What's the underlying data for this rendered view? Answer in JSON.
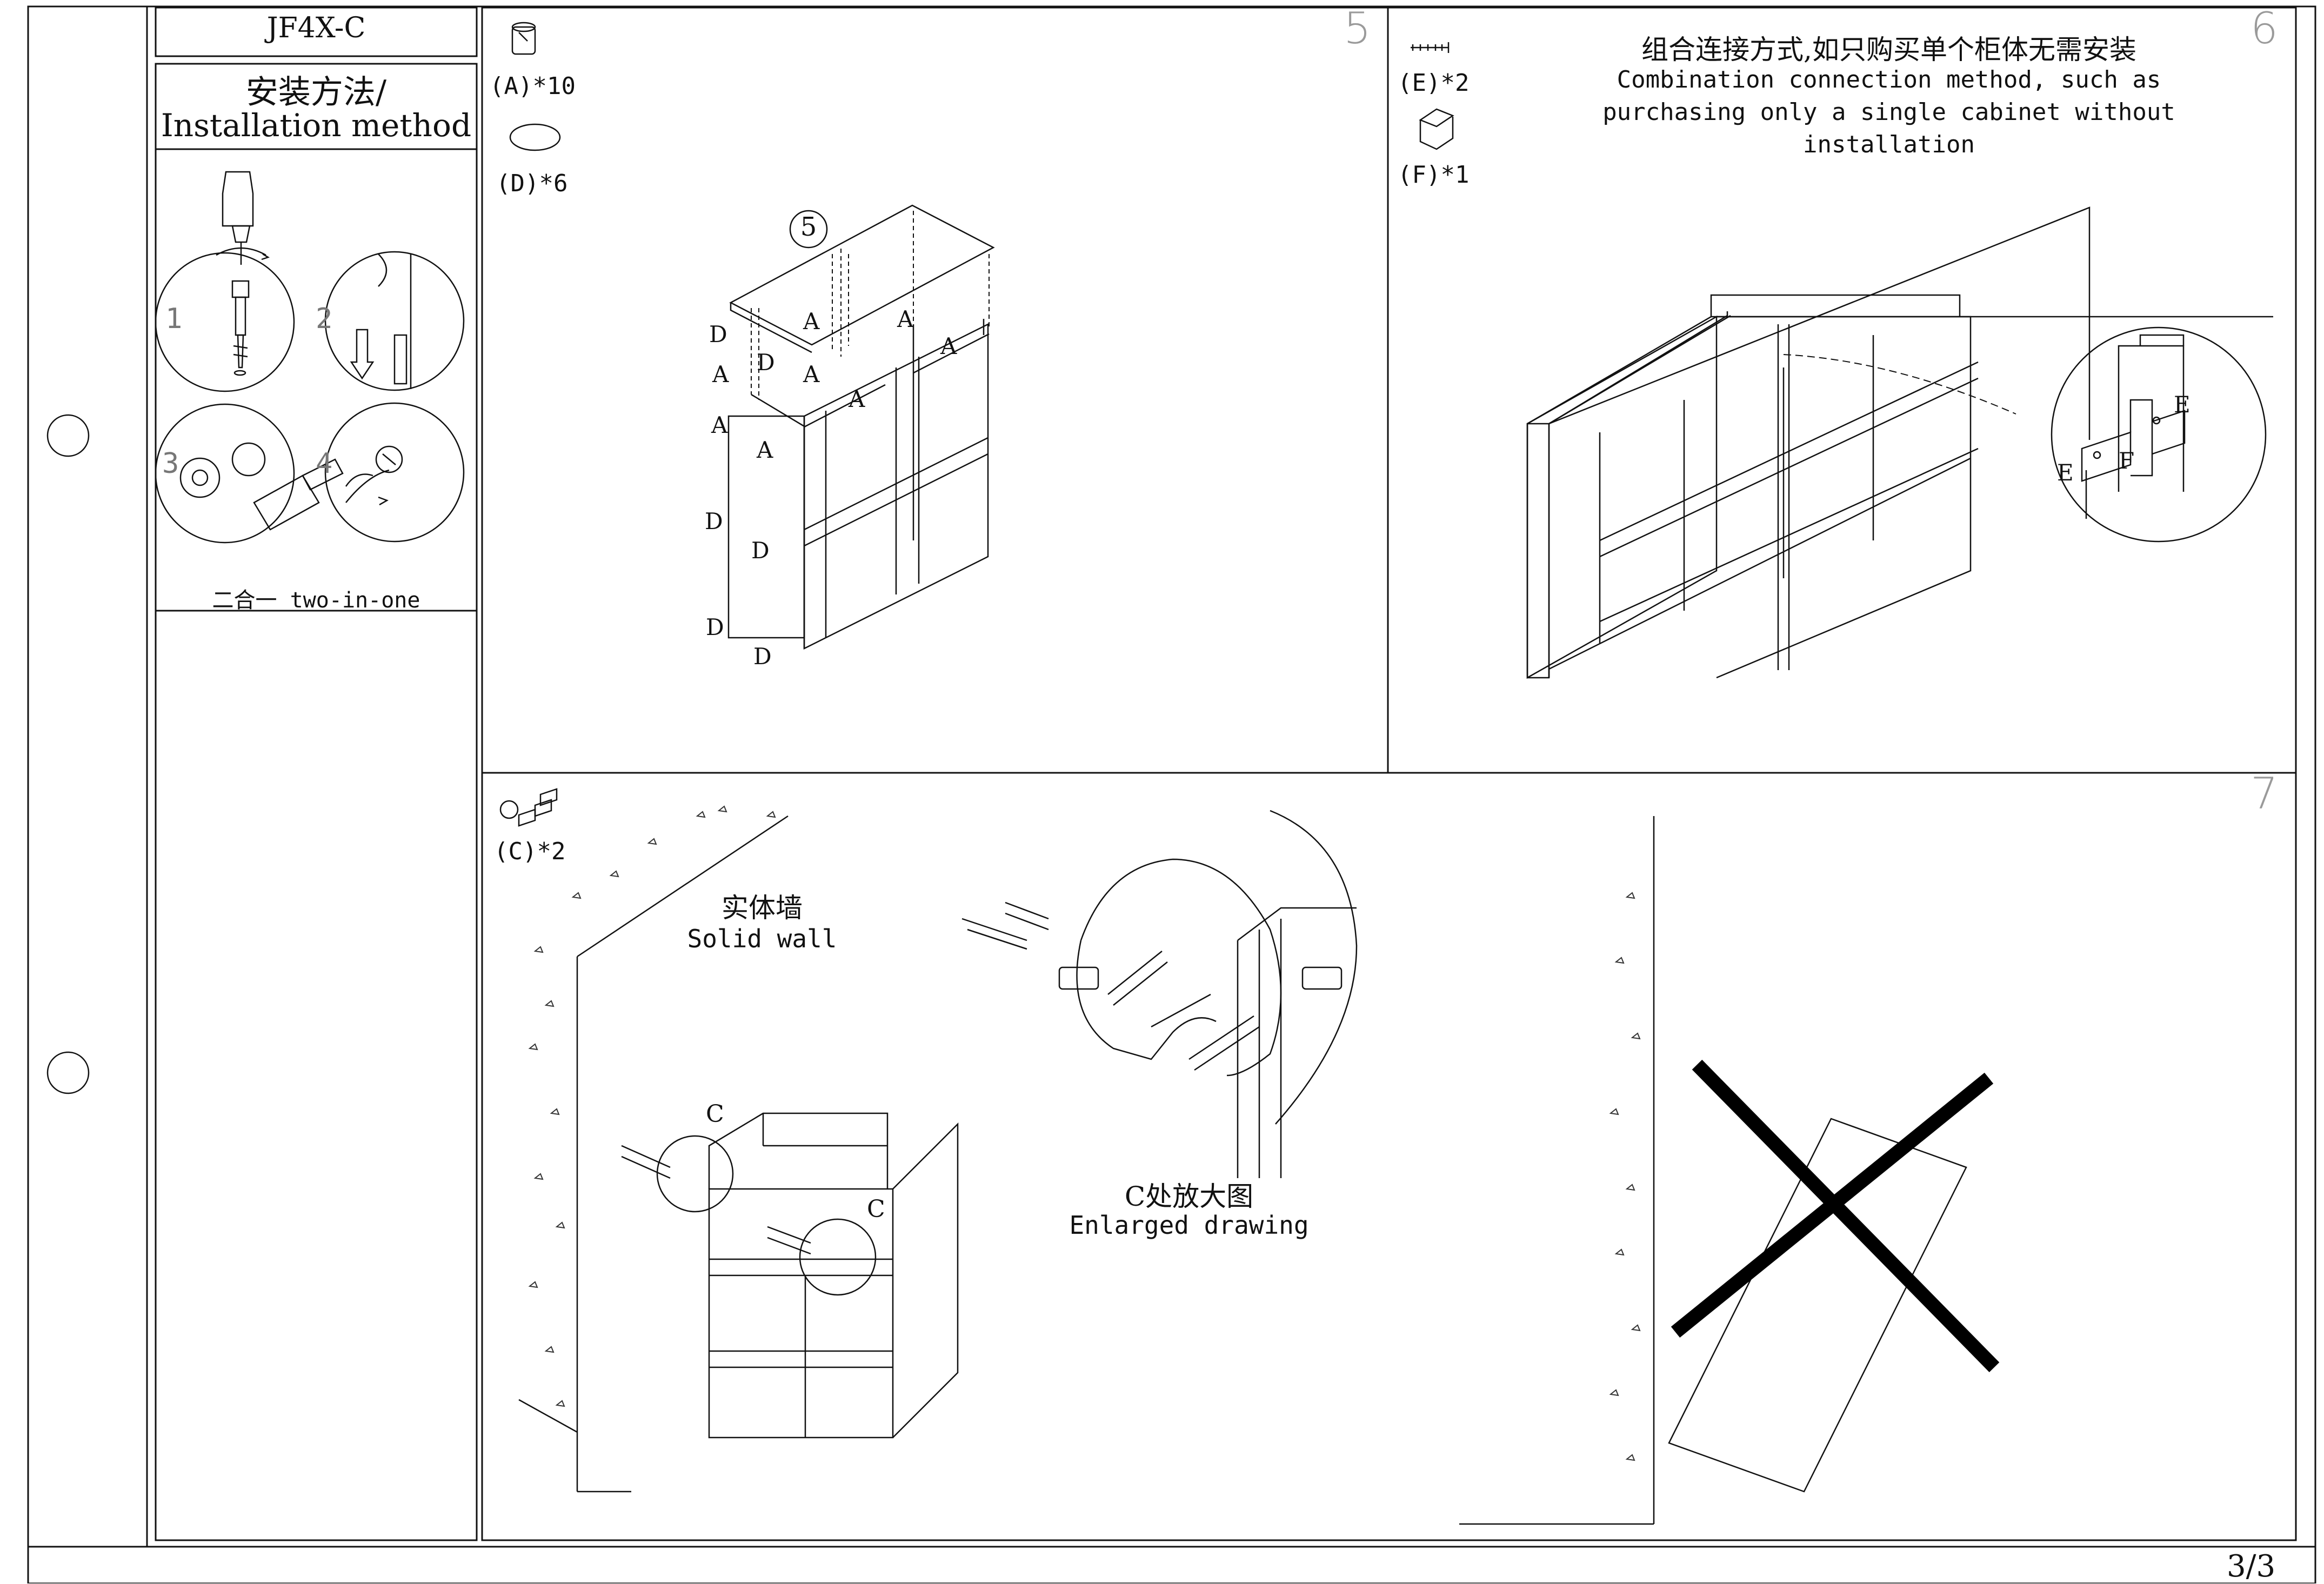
{
  "header": {
    "model_code": "JF4X-C",
    "method_title_cn": "安装方法/",
    "method_title_en": "Installation method",
    "sub_steps": [
      "1",
      "2",
      "3",
      "4"
    ],
    "caption": "二合一  two-in-one"
  },
  "step5": {
    "number": "5",
    "circled_label": "5",
    "parts": [
      {
        "label": "(A)*10",
        "icon": "cam-lock-icon"
      },
      {
        "label": "(D)*6",
        "icon": "cover-cap-icon"
      }
    ],
    "callouts": [
      "D",
      "A",
      "A",
      "A",
      "D",
      "A",
      "A",
      "A",
      "A",
      "A",
      "D",
      "D",
      "D",
      "D"
    ]
  },
  "step6": {
    "number": "6",
    "parts": [
      {
        "label": "(E)*2",
        "icon": "screw-icon"
      },
      {
        "label": "(F)*1",
        "icon": "connector-bracket-icon"
      }
    ],
    "note_cn": "组合连接方式,如只购买单个柜体无需安装",
    "note_en_lines": [
      "Combination connection method, such as",
      "purchasing only a single cabinet without",
      "installation"
    ],
    "detail_labels": [
      "E",
      "E",
      "F"
    ]
  },
  "step7": {
    "number": "7",
    "parts": [
      {
        "label": "(C)*2",
        "icon": "wall-anchor-kit-icon"
      }
    ],
    "wall_cn": "实体墙",
    "wall_en": "Solid wall",
    "callout_c": [
      "C",
      "C"
    ],
    "enlarged_cn": "C处放大图",
    "enlarged_en": "Enlarged drawing"
  },
  "footer": {
    "page_number": "3/3"
  },
  "colors": {
    "ink": "#111111",
    "step_number": "#9a9a9a",
    "paper": "#ffffff"
  }
}
